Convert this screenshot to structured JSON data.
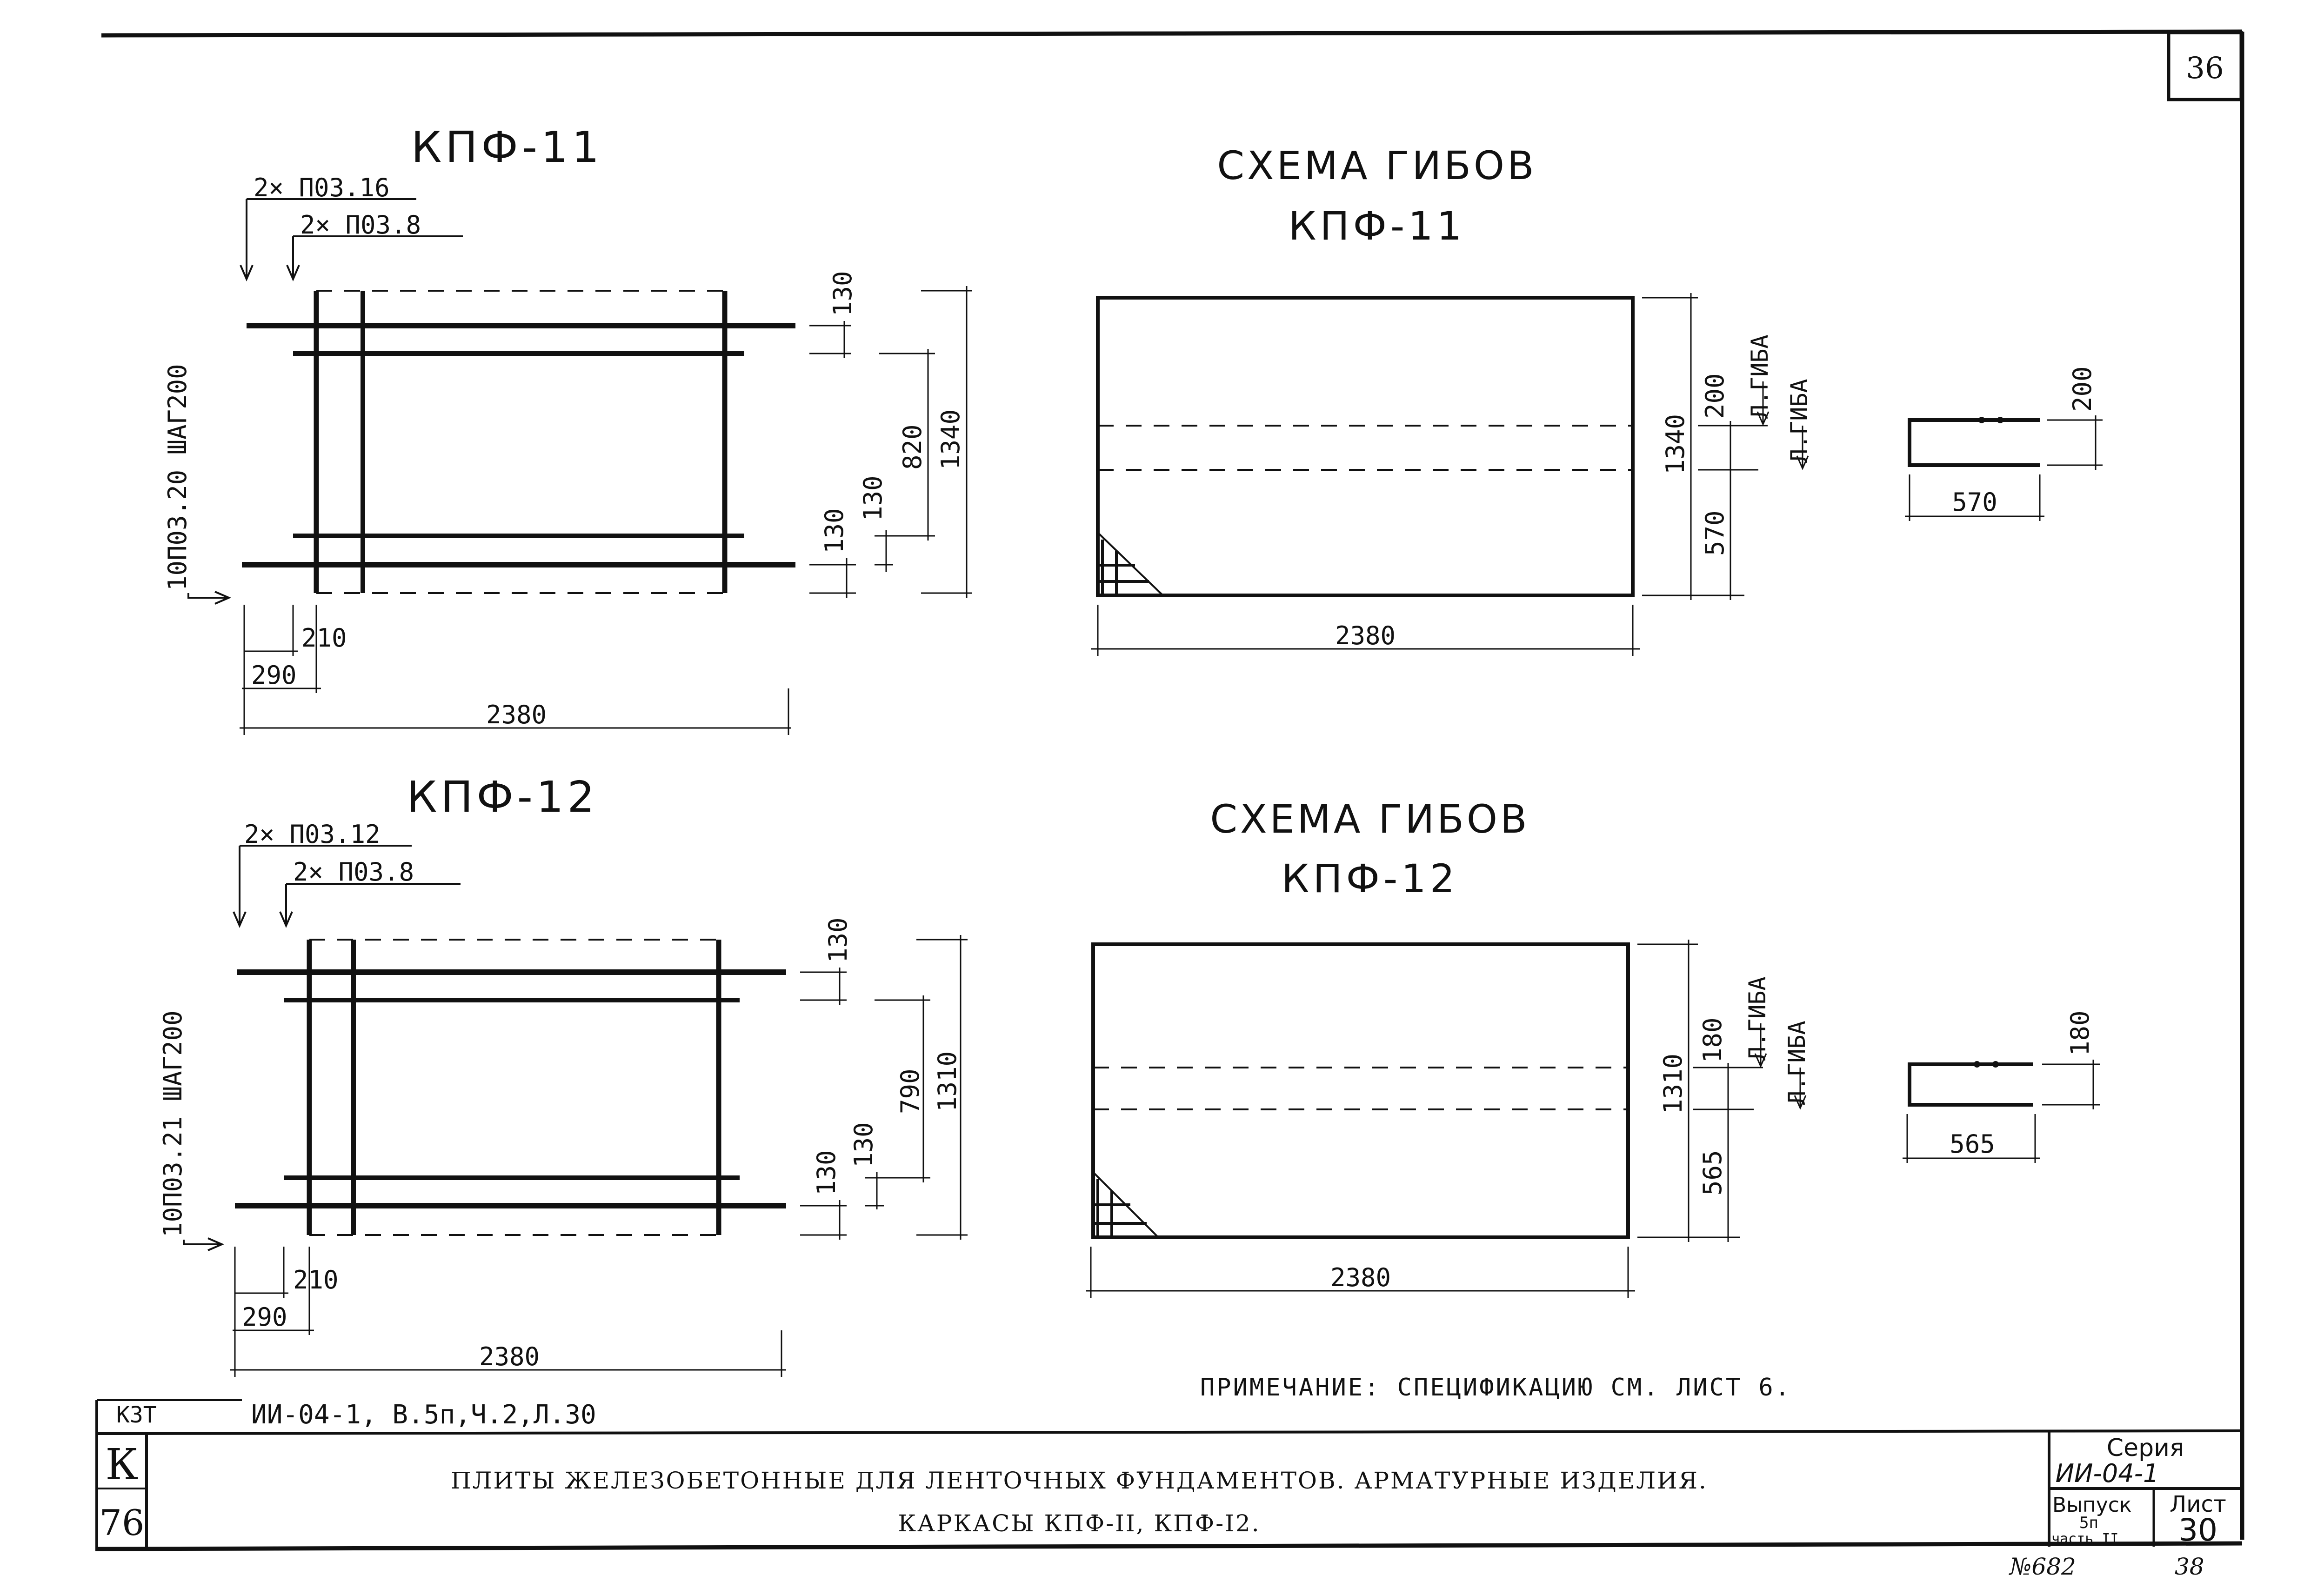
{
  "sheet_corner_number": "36",
  "kpf11": {
    "title": "КПФ-11",
    "callout_top": "2× П03.16",
    "callout_second": "2× П03.8",
    "side_label": "10П03.20 ШАГ200",
    "dim_130_top": "130",
    "dim_820": "820",
    "dim_1340": "1340",
    "dim_130_a": "130",
    "dim_130_b": "130",
    "dim_210": "210",
    "dim_290": "290",
    "dim_2380": "2380"
  },
  "scheme11": {
    "title_line1": "СХЕМА ГИБОВ",
    "title_line2": "КПФ-11",
    "dim_1340": "1340",
    "dim_200": "200",
    "dim_570": "570",
    "bend_label_1": "Л.ГИБА",
    "bend_label_2": "Л.ГИБА",
    "dim_2380": "2380",
    "profile_dim_200": "200",
    "profile_dim_570": "570"
  },
  "kpf12": {
    "title": "КПФ-12",
    "callout_top": "2× П03.12",
    "callout_second": "2× П03.8",
    "side_label": "10П03.21 ШАГ200",
    "dim_130_top": "130",
    "dim_790": "790",
    "dim_1310": "1310",
    "dim_130_a": "130",
    "dim_130_b": "130",
    "dim_210": "210",
    "dim_290": "290",
    "dim_2380": "2380"
  },
  "scheme12": {
    "title_line1": "СХЕМА ГИБОВ",
    "title_line2": "КПФ-12",
    "dim_1310": "1310",
    "dim_180": "180",
    "dim_565": "565",
    "bend_label_1": "Л.ГИБА",
    "bend_label_2": "Л.ГИБА",
    "dim_2380": "2380",
    "profile_dim_180": "180",
    "profile_dim_565": "565"
  },
  "note": "ПРИМЕЧАНИЕ: СПЕЦИФИКАЦИЮ СМ. ЛИСТ 6.",
  "reference_stamp": "ИИ-04-1, В.5п,Ч.2,Л.30",
  "stamp_prefix": "КЗТ",
  "left_block_letter": "К",
  "left_block_number": "76",
  "main_title_line1": "ПЛИТЫ ЖЕЛЕЗОБЕТОННЫЕ ДЛЯ ЛЕНТОЧНЫХ ФУНДАМЕНТОВ. АРМАТУРНЫЕ ИЗДЕЛИЯ.",
  "main_title_line2": "КАРКАСЫ КПФ-II, КПФ-I2.",
  "series_label": "Серия",
  "series_value": "ИИ-04-1",
  "issue_label": "Выпуск",
  "issue_value_1": "5п",
  "issue_value_2": "часть II",
  "sheet_label": "Лист",
  "sheet_value": "30",
  "handwritten_1": "№682",
  "handwritten_2": "38"
}
